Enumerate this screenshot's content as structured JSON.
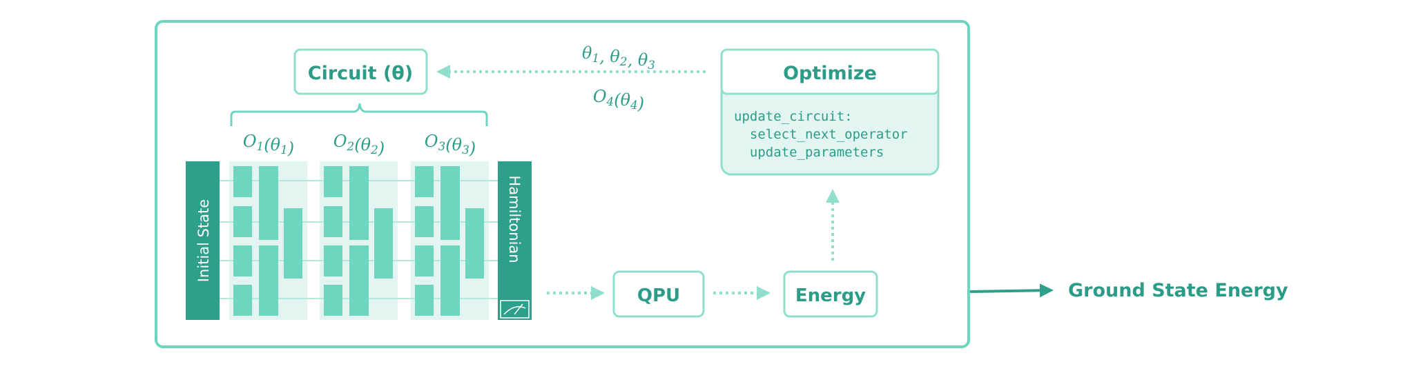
{
  "colors": {
    "frame": "#6bd5bf",
    "dark_teal": "#2e9f8b",
    "gate": "#6dd6bf",
    "gate_bg": "#e3f5f0",
    "text": "#2c9c88",
    "arrow": "#8fdfcc"
  },
  "circuit_box": {
    "label": "Circuit (θ)"
  },
  "optimize_box": {
    "label": "Optimize",
    "code_lines": [
      "update_circuit:",
      "  select_next_operator",
      "  update_parameters"
    ]
  },
  "params_label": "θ1, θ2, θ3",
  "operator_label": "O4(θ4)",
  "operators": [
    "O1(θ1)",
    "O2(θ2)",
    "O3(θ3)"
  ],
  "initial_state": "Initial State",
  "hamiltonian": "Hamiltonian",
  "qpu": "QPU",
  "energy": "Energy",
  "output": "Ground State Energy",
  "icons": {
    "meter": "measurement-meter-icon"
  }
}
